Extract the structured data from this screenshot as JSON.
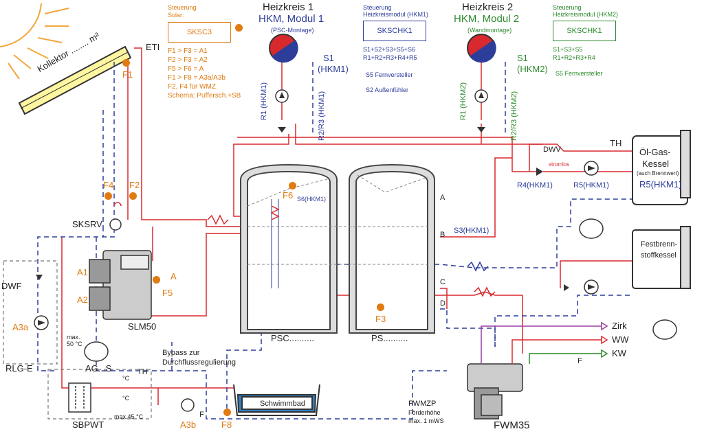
{
  "colors": {
    "red": "#d8292f",
    "blue": "#2c3d9a",
    "orange": "#e07b12",
    "green": "#2c8a2c",
    "purple": "#9a3ca3",
    "gray": "#555555"
  },
  "solar": {
    "collector_label": "Kollektor ........ m²",
    "eti": "ETI",
    "f1": "F1",
    "control": {
      "title_line1": "Steuerung",
      "title_line2": "Solar:",
      "module": "SKSC3",
      "rules": [
        "F1 > F3 = A1",
        "F2 > F3 = A2",
        "F5 > F6 = A",
        "F1 > F8 = A3a/A3b",
        "F2, F4 für WMZ",
        "Schema: Puffersch.+SB"
      ]
    }
  },
  "heizkreis1": {
    "title": "Heizkreis 1",
    "subtitle": "HKM, Modul 1",
    "mount": "(PSC-Montage)",
    "s1": "S1",
    "s1_sub": "(HKM1)",
    "r1": "R1 (HKM1)",
    "r23": "R2/R3 (HKM1)"
  },
  "heizkreis2": {
    "title": "Heizkreis 2",
    "subtitle": "HKM, Modul 2",
    "mount": "(Wandmontage)",
    "s1": "S1",
    "s1_sub": "(HKM2)",
    "r1": "R1 (HKM2)",
    "r23": "R2/R3 (HKM2)"
  },
  "control_hkm1": {
    "title_line1": "Steuerung",
    "title_line2": "Heizkreismodul (HKM1)",
    "module": "SKSCHK1",
    "line1": "S1+S2+S3+S5+S6",
    "line2": "R1+R2+R3+R4+R5",
    "s5": "S5  Fernversteller",
    "s2": "S2  Außenfühler"
  },
  "control_hkm2": {
    "title_line1": "Steuerung",
    "title_line2": "Heizkreismodul (HKM2)",
    "module": "SKSCHK1",
    "line1": "S1+S3+S5",
    "line2": "R1+R2+R3+R4",
    "s5": "S5  Fernversteller"
  },
  "boiler_oil": {
    "name_line1": "Öl-Gas-",
    "name_line2": "Kessel",
    "note": "(auch Brennwert)",
    "r5": "R5(HKM1)",
    "th": "TH",
    "dwv": "DWV",
    "stromlos": "stromlos",
    "r4": "R4(HKM1)",
    "r5b": "R5(HKM1)"
  },
  "boiler_solid": {
    "name_line1": "Festbrenn-",
    "name_line2": "stoffkessel"
  },
  "tanks": {
    "psc": "PSC..........",
    "ps": "PS..........",
    "f6": "F6",
    "s6": "S6(HKM1)",
    "s3": "S3(HKM1)",
    "f3": "F3",
    "letters": [
      "A",
      "B",
      "C",
      "D"
    ]
  },
  "station": {
    "sksrv": "SKSRV",
    "a1": "A1",
    "a2": "A2",
    "a": "A",
    "f5": "F5",
    "slm": "SLM50",
    "f4": "F4",
    "f2": "F2"
  },
  "pool": {
    "dwf": "DWF",
    "a3a": "A3a",
    "rlge": "RLG-E",
    "max50": "max.\n50 °C",
    "ags": "AG...S",
    "th": "TH",
    "deg1": "°C",
    "deg2": "°C",
    "bypass_line1": "Bypass zur",
    "bypass_line2": "Durchflussregulierung",
    "pool": "Schwimmbad",
    "max45": "max.45 °C",
    "sbpwt": "SBPWT",
    "a3b": "A3b",
    "f": "F",
    "f8": "F8"
  },
  "freshwater": {
    "zirk": "Zirk",
    "ww": "WW",
    "kw": "KW",
    "f": "F",
    "fwmzp": "FWMZP",
    "foerder1": "Förderhöhe",
    "foerder2": "max. 1 mWS",
    "fwm": "FWM35"
  }
}
